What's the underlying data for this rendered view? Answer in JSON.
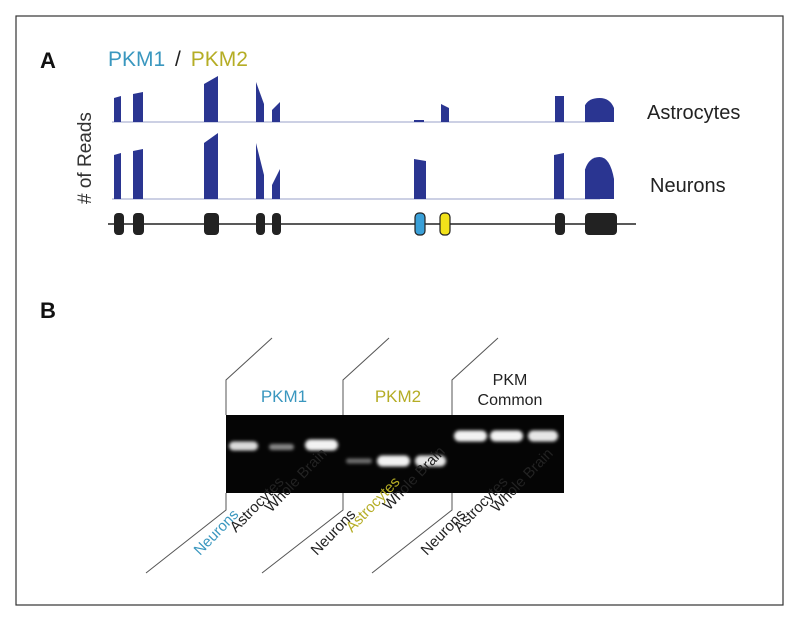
{
  "panel_a": {
    "label": "A",
    "title_part1": "PKM1",
    "title_sep": "/",
    "title_part2": "PKM2",
    "y_axis_label": "# of Reads",
    "track_labels": [
      "Astrocytes",
      "Neurons"
    ]
  },
  "panel_b": {
    "label": "B",
    "groups": [
      {
        "title": "PKM1",
        "title_lines": [
          "PKM1"
        ],
        "color": "#3a97bf",
        "lanes": [
          "Neurons",
          "Astrocytes",
          "Whole Brain"
        ],
        "highlight_index": 0
      },
      {
        "title": "PKM2",
        "title_lines": [
          "PKM2"
        ],
        "color": "#b5ad25",
        "lanes": [
          "Neurons",
          "Astrocytes",
          "Whole Brain"
        ],
        "highlight_index": 1
      },
      {
        "title": "PKM Common",
        "title_lines": [
          "PKM",
          "Common"
        ],
        "color": "#222222",
        "lanes": [
          "Neurons",
          "Astrocytes",
          "Whole Brain"
        ],
        "highlight_index": -1
      }
    ]
  },
  "colors": {
    "pkm1": "#3a97bf",
    "pkm2": "#b5ad25",
    "reads": "#2a3591",
    "exon": "#222222",
    "exon_pkm1": "#3aa0d8",
    "exon_pkm2": "#f2e21a",
    "gel_bg": "#050505",
    "band": "#f2f2f2"
  }
}
